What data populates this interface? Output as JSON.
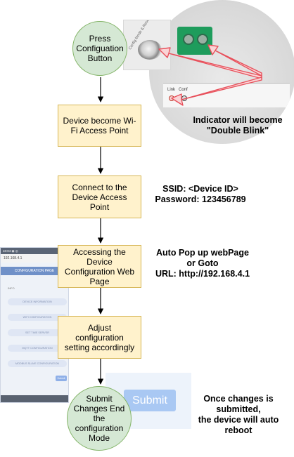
{
  "nodes": {
    "press": "Press Configuation Button",
    "wifi_ap": "Device become Wi-Fi Access Point",
    "connect": "Connect to the Device Access Point",
    "accessing": "Accessing the Device Configuration Web Page",
    "adjust": "Adjust configuration setting accordingly",
    "submit": "Submit Changes End the configuration Mode"
  },
  "notes": {
    "indicator_line1": "Indicator will become",
    "indicator_line2": "\"Double Blink\"",
    "ssid": "SSID: <Device ID>",
    "password": "Password: 123456789",
    "autopop_line1": "Auto Pop up webPage",
    "autopop_line2": "or Goto",
    "autopop_line3": "URL: http://192.168.4.1",
    "reboot_line1": "Once changes is",
    "reboot_line2": "submitted,",
    "reboot_line3": "the device will auto",
    "reboot_line4": "reboot"
  },
  "hardware": {
    "photo_caption": "Config Mode & Reset Indicator",
    "label_link": "Link",
    "label_conf": "Conf"
  },
  "phone": {
    "status": "10:04 ◉ ◎",
    "url": "192.168.4.1",
    "header": "CONFIGURATION PAGE",
    "small": "INFO",
    "buttons": [
      "DEVICE INFORMATION",
      "WIFI CONFIGURATION",
      "SET TIME SERVER",
      "MQTT CONFIGURATION",
      "MODBUS SLAVE CONFIGURATION"
    ],
    "submit": "Submit"
  },
  "submit_panel": {
    "button_label": "Submit"
  },
  "colors": {
    "circle_fill": "#d5e8d4",
    "circle_stroke": "#82b366",
    "box_fill": "#fff2cc",
    "box_stroke": "#d6b656",
    "arrow_red": "#e8505b"
  }
}
